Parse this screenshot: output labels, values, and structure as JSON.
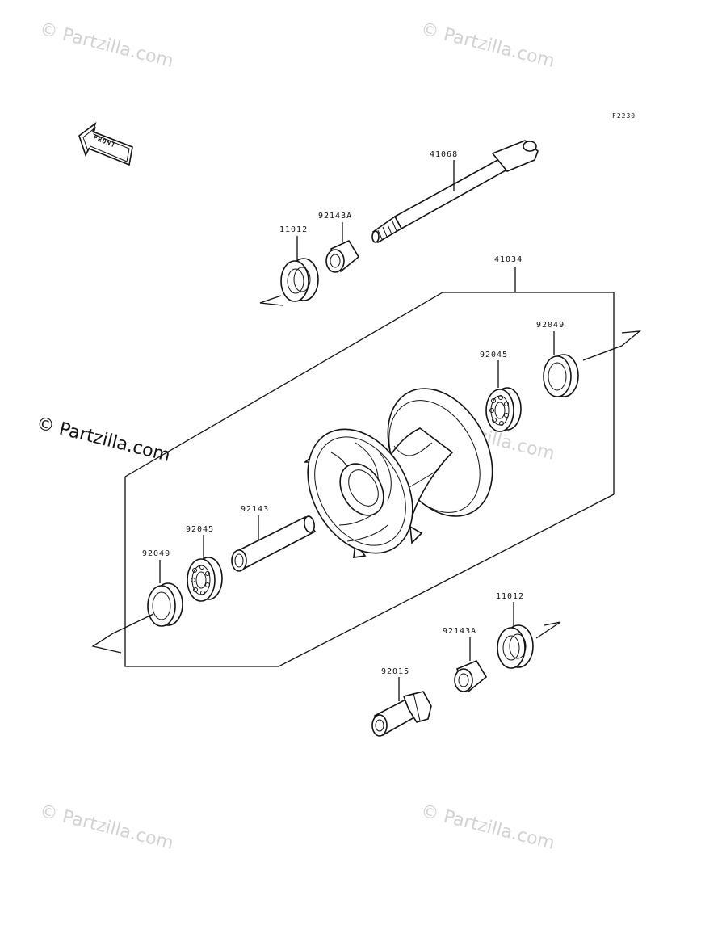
{
  "diagram": {
    "code": "F2230",
    "front_label": "FRONT",
    "watermark": "© Partzilla.com",
    "watermark_main": "© Partzilla.com",
    "parts": {
      "axle": "41068",
      "hub": "41034",
      "spacer_top": "92143A",
      "seal_top": "11012",
      "seal_right": "92049",
      "bearing_right": "92045",
      "tube_spacer": "92143",
      "bearing_left": "92045",
      "seal_left": "92049",
      "seal_bottom": "11012",
      "spacer_bottom": "92143A",
      "axle_nut": "92015"
    }
  }
}
